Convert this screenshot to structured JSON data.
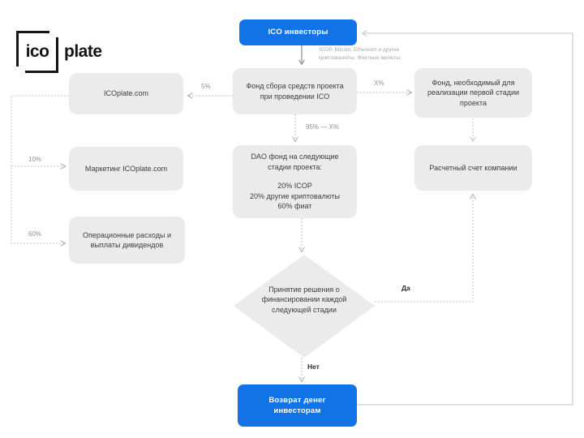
{
  "logo": {
    "ico": "ico",
    "plate": "plate"
  },
  "flow": {
    "investors": "ICO инвесторы",
    "investors_note": "ICOP, Bitcoin, Ethereum и другие криптовалюты. Фиатные валюты",
    "icoplate": "ICOplate.com",
    "collection_fund": "Фонд сбора средств проекта при проведении ICO",
    "first_stage_fund": "Фонд, необходимый для реализации первой стадии проекта",
    "marketing": "Маркетинг ICOplate.com",
    "dao_title": "DAO фонд на следующие стадии проекта:",
    "dao_items": [
      "20% ICOP",
      "20% другие криптовалюты",
      "60% фиат"
    ],
    "company_account": "Расчетный счет компании",
    "operations": "Операционные расходы и выплаты дивидендов",
    "decision": "Принятие решения о финансировании каждой следующей стадии",
    "refund": "Возврат денег инвесторам"
  },
  "labels": {
    "pct_5": "5%",
    "pct_x": "X%",
    "pct_95_x": "95% — X%",
    "pct_10": "10%",
    "pct_60": "60%",
    "yes": "Да",
    "no": "Нет"
  },
  "colors": {
    "accent_blue": "#1273e6",
    "node_gray": "#ebebeb"
  }
}
